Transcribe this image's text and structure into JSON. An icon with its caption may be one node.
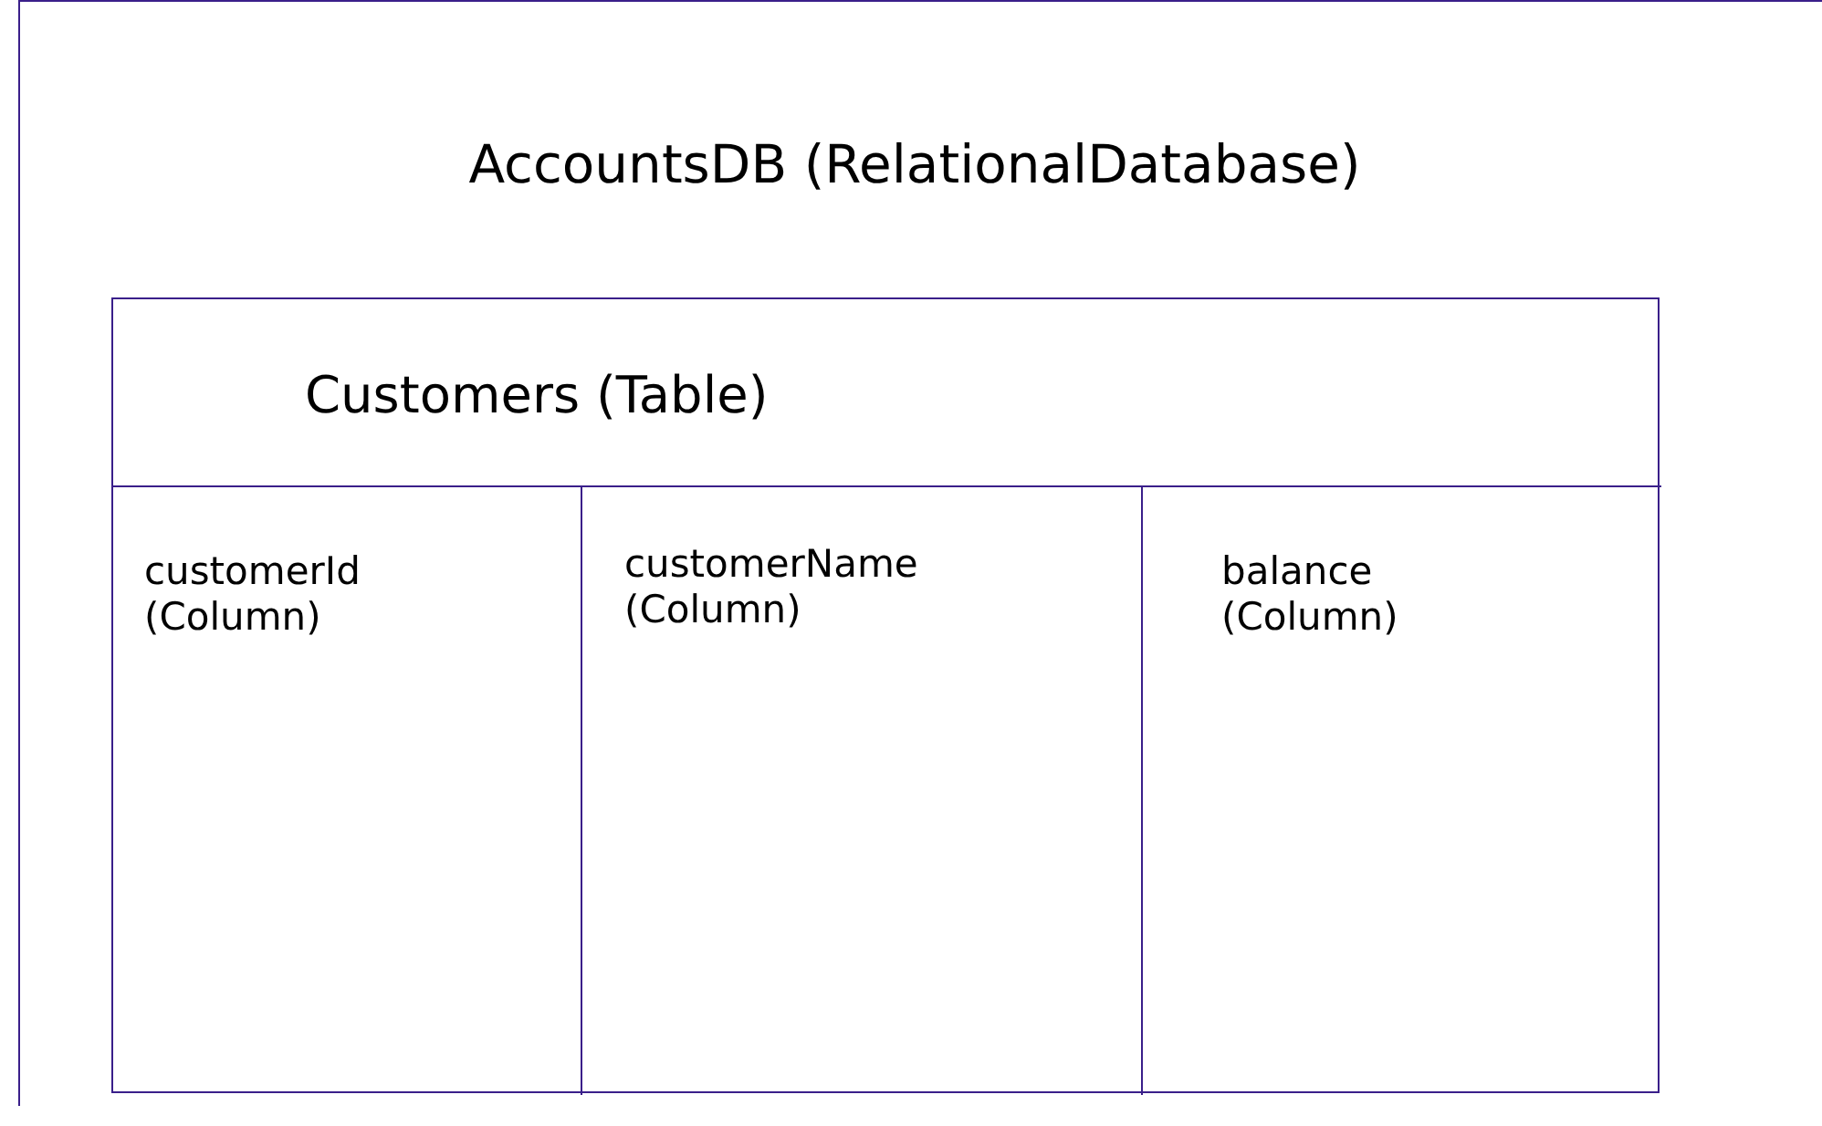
{
  "diagram": {
    "nodes": [
      {
        "text": [
          "AccountsDB (RelationalDatabase)"
        ]
      },
      {
        "text": [
          "Customers (Table)"
        ],
        "in": 0
      },
      {
        "text": [
          "customerId (Column)"
        ],
        "in": 1
      },
      {
        "text": [
          "customerName (Column)"
        ],
        "in": 1
      },
      {
        "text": [
          "balance (Column)"
        ],
        "in": 1
      }
    ]
  }
}
